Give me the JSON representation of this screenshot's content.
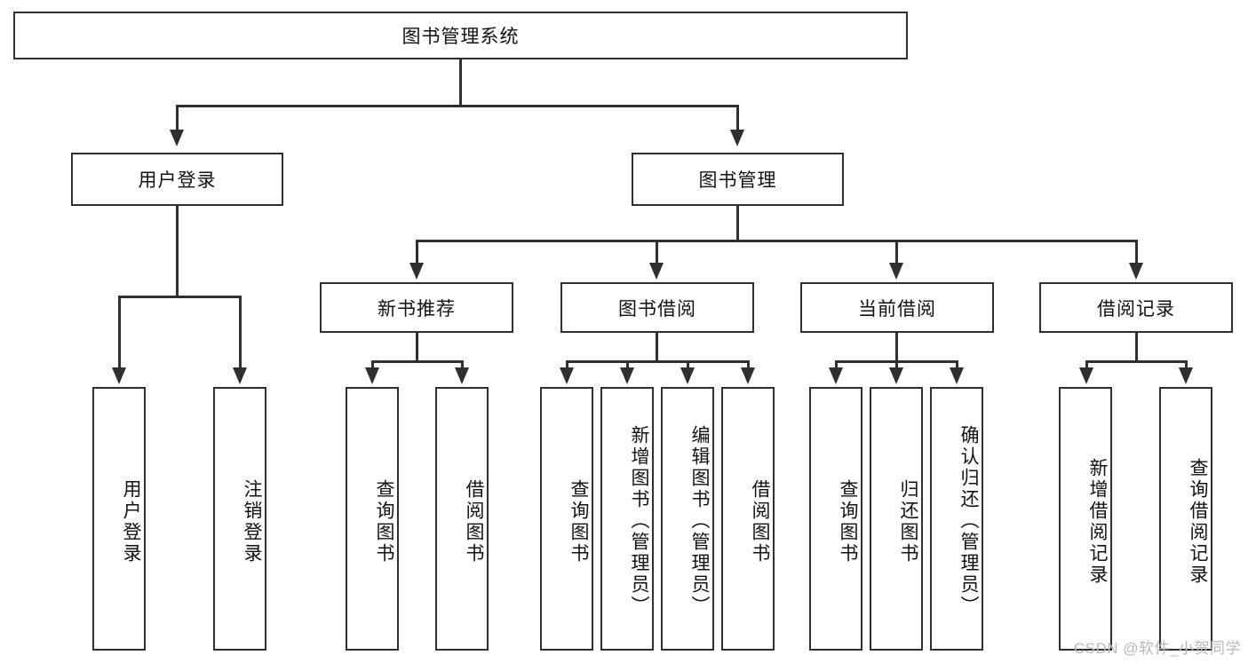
{
  "diagram": {
    "title": "图书管理系统",
    "type": "hierarchy-tree",
    "root": {
      "label": "图书管理系统"
    },
    "level2": [
      {
        "label": "用户登录"
      },
      {
        "label": "图书管理"
      }
    ],
    "level3": [
      {
        "label": "新书推荐"
      },
      {
        "label": "图书借阅"
      },
      {
        "label": "当前借阅"
      },
      {
        "label": "借阅记录"
      }
    ],
    "leaves": {
      "user_login": [
        {
          "label": "用户登录"
        },
        {
          "label": "注销登录"
        }
      ],
      "new_book_recommend": [
        {
          "label": "查询图书"
        },
        {
          "label": "借阅图书"
        }
      ],
      "book_borrow": [
        {
          "label": "查询图书"
        },
        {
          "label": "新增图书（管理员）"
        },
        {
          "label": "编辑图书（管理员）"
        },
        {
          "label": "借阅图书"
        }
      ],
      "current_borrow": [
        {
          "label": "查询图书"
        },
        {
          "label": "归还图书"
        },
        {
          "label": "确认归还（管理员）"
        }
      ],
      "borrow_record": [
        {
          "label": "新增借阅记录"
        },
        {
          "label": "查询借阅记录"
        }
      ]
    }
  },
  "watermark": {
    "text": "CSDN @软件_小贺同学"
  },
  "colors": {
    "stroke": "#2f2f2f",
    "background": "#ffffff",
    "text": "#111111",
    "watermark": "#b8b8b8"
  }
}
